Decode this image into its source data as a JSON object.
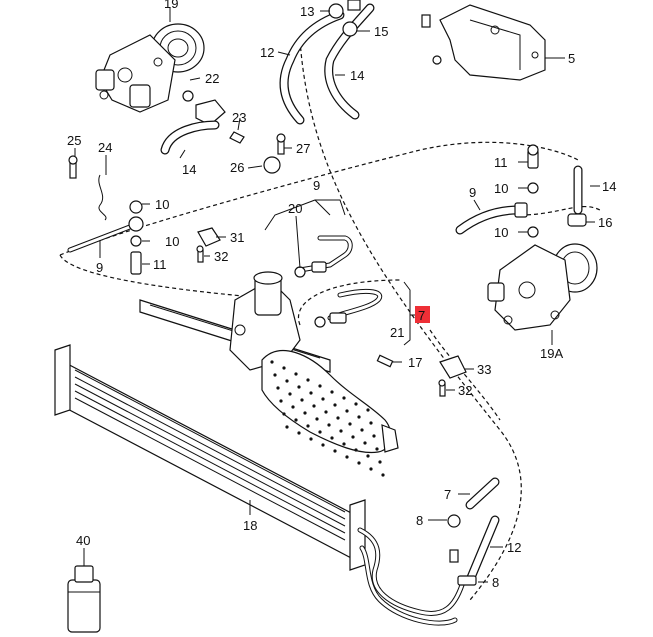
{
  "highlight_color": "#ee2f36",
  "callouts": {
    "c19": "19",
    "c13": "13",
    "c15": "15",
    "c12_top": "12",
    "c14_top": "14",
    "c5": "5",
    "c22": "22",
    "c23": "23",
    "c25": "25",
    "c24": "24",
    "c14_left": "14",
    "c27": "27",
    "c26": "26",
    "c11_right": "11",
    "c14_right": "14",
    "c10_r1": "10",
    "c9_right": "9",
    "c16": "16",
    "c10_r2": "10",
    "c10_l1": "10",
    "c9_mid": "9",
    "c20": "20",
    "c31": "31",
    "c10_l2": "10",
    "c32_left": "32",
    "c11_left": "11",
    "c9_left": "9",
    "c7_highlight": "7",
    "c21": "21",
    "c17": "17",
    "c33": "33",
    "c32_right": "32",
    "c19a": "19A",
    "c18": "18",
    "c7_low": "7",
    "c8_a": "8",
    "c12_low": "12",
    "c8_b": "8",
    "c40": "40"
  }
}
